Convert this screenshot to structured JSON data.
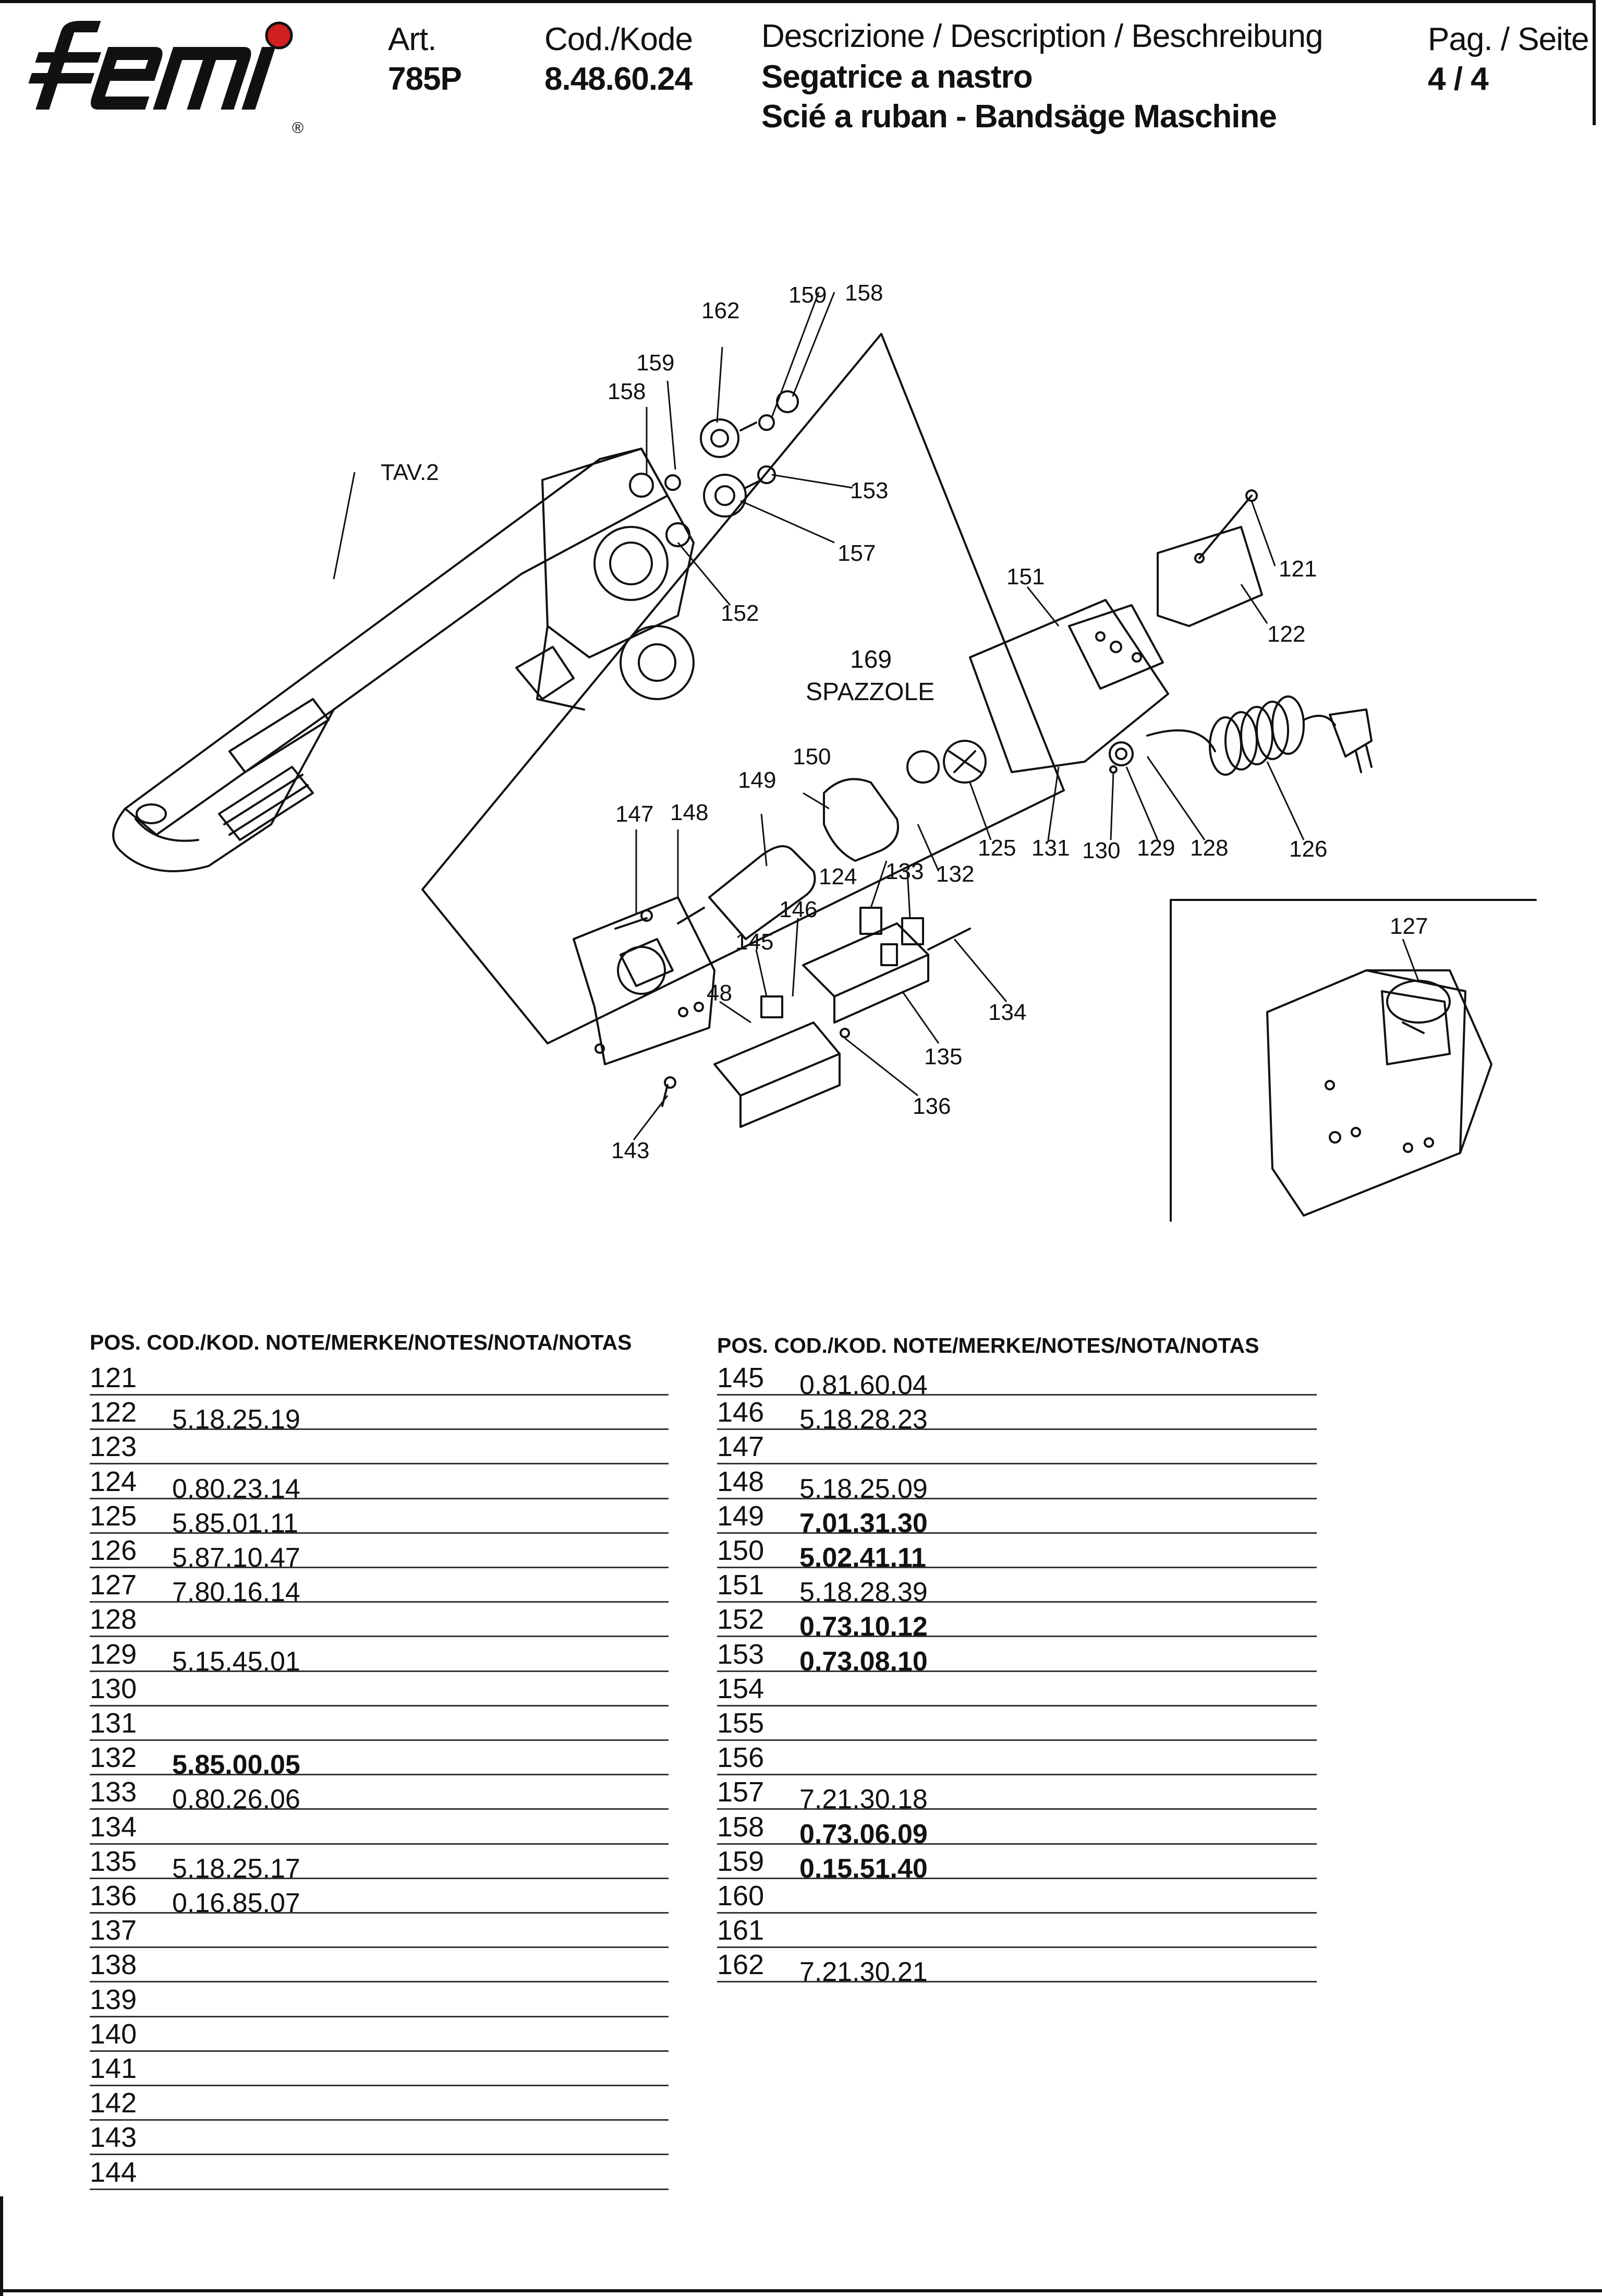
{
  "header": {
    "brand": "femi",
    "art_label": "Art.",
    "art_value": "785P",
    "code_label": "Cod./Kode",
    "code_value": "8.48.60.24",
    "desc_label": "Descrizione / Description / Beschreibung",
    "desc_line1": "Segatrice a nastro",
    "desc_line2": "Scié a ruban - Bandsäge Maschine",
    "page_label": "Pag. / Seite",
    "page_value": "4 / 4"
  },
  "diagram": {
    "callouts": {
      "tav": "TAV.2",
      "c162": "162",
      "c159a": "159",
      "c158a": "158",
      "c159b": "159",
      "c158b": "158",
      "c153": "153",
      "c157": "157",
      "c152": "152",
      "c151": "151",
      "c121": "121",
      "c122": "122",
      "c169": "169",
      "spazzole": "SPAZZOLE",
      "c150": "150",
      "c149": "149",
      "c147": "147",
      "c148": "148",
      "c124": "124",
      "c133": "133",
      "c132": "132",
      "c146": "146",
      "c145": "145",
      "c48": "48",
      "c125": "125",
      "c131": "131",
      "c130": "130",
      "c129": "129",
      "c128": "128",
      "c126": "126",
      "c127": "127",
      "c134": "134",
      "c135": "135",
      "c136": "136",
      "c143": "143"
    }
  },
  "table_left": {
    "header": "POS.   COD./KOD.  NOTE/MERKE/NOTES/NOTA/NOTAS",
    "rows": [
      {
        "pos": "121",
        "code": "",
        "bold": false
      },
      {
        "pos": "122",
        "code": "5.18.25.19",
        "bold": false
      },
      {
        "pos": "123",
        "code": "",
        "bold": false
      },
      {
        "pos": "124",
        "code": "0.80.23.14",
        "bold": false
      },
      {
        "pos": "125",
        "code": "5.85.01.11",
        "bold": false
      },
      {
        "pos": "126",
        "code": "5.87.10.47",
        "bold": false
      },
      {
        "pos": "127",
        "code": "7.80.16.14",
        "bold": false
      },
      {
        "pos": "128",
        "code": "",
        "bold": false
      },
      {
        "pos": "129",
        "code": "5.15.45.01",
        "bold": false
      },
      {
        "pos": "130",
        "code": "",
        "bold": false
      },
      {
        "pos": "131",
        "code": "",
        "bold": false
      },
      {
        "pos": "132",
        "code": "5.85.00.05",
        "bold": true
      },
      {
        "pos": "133",
        "code": "0.80.26.06",
        "bold": false
      },
      {
        "pos": "134",
        "code": "",
        "bold": false
      },
      {
        "pos": "135",
        "code": "5.18.25.17",
        "bold": false
      },
      {
        "pos": "136",
        "code": "0.16.85.07",
        "bold": false
      },
      {
        "pos": "137",
        "code": "",
        "bold": false
      },
      {
        "pos": "138",
        "code": "",
        "bold": false
      },
      {
        "pos": "139",
        "code": "",
        "bold": false
      },
      {
        "pos": "140",
        "code": "",
        "bold": false
      },
      {
        "pos": "141",
        "code": "",
        "bold": false
      },
      {
        "pos": "142",
        "code": "",
        "bold": false
      },
      {
        "pos": "143",
        "code": "",
        "bold": false
      },
      {
        "pos": "144",
        "code": "",
        "bold": false
      }
    ]
  },
  "table_right": {
    "header": "POS.   COD./KOD.  NOTE/MERKE/NOTES/NOTA/NOTAS",
    "rows": [
      {
        "pos": "145",
        "code": "0.81.60.04",
        "bold": false
      },
      {
        "pos": "146",
        "code": "5.18.28.23",
        "bold": false
      },
      {
        "pos": "147",
        "code": "",
        "bold": false
      },
      {
        "pos": "148",
        "code": "5.18.25.09",
        "bold": false
      },
      {
        "pos": "149",
        "code": "7.01.31.30",
        "bold": true
      },
      {
        "pos": "150",
        "code": "5.02.41.11",
        "bold": true
      },
      {
        "pos": "151",
        "code": "5.18.28.39",
        "bold": false
      },
      {
        "pos": "152",
        "code": "0.73.10.12",
        "bold": true
      },
      {
        "pos": "153",
        "code": "0.73.08.10",
        "bold": true
      },
      {
        "pos": "154",
        "code": "",
        "bold": false
      },
      {
        "pos": "155",
        "code": "",
        "bold": false
      },
      {
        "pos": "156",
        "code": "",
        "bold": false
      },
      {
        "pos": "157",
        "code": "7.21.30.18",
        "bold": false
      },
      {
        "pos": "158",
        "code": "0.73.06.09",
        "bold": true
      },
      {
        "pos": "159",
        "code": "0.15.51.40",
        "bold": true
      },
      {
        "pos": "160",
        "code": "",
        "bold": false
      },
      {
        "pos": "161",
        "code": "",
        "bold": false
      },
      {
        "pos": "162",
        "code": "7.21.30.21",
        "bold": false
      }
    ]
  },
  "colors": {
    "ink": "#111111",
    "logo_dot": "#d0201f"
  }
}
